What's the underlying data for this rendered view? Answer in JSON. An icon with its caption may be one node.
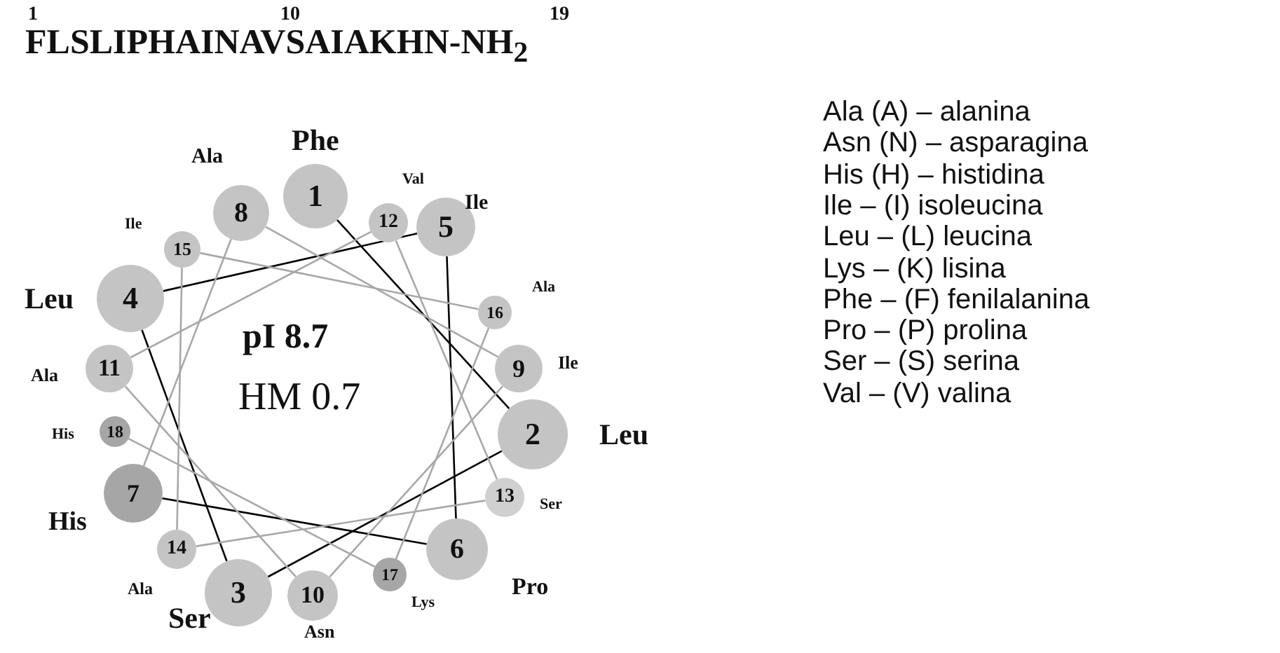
{
  "diagram": {
    "nodes": [
      {
        "text": [
          "1"
        ],
        "beside": [
          "Phe"
        ]
      },
      {
        "text": [
          "2"
        ],
        "beside": [
          "Leu"
        ]
      },
      {
        "text": [
          "3"
        ],
        "beside": [
          "Ser"
        ]
      },
      {
        "text": [
          "4"
        ],
        "beside": [
          "Leu"
        ]
      },
      {
        "text": [
          "5"
        ],
        "beside": [
          "Ile"
        ]
      },
      {
        "text": [
          "6"
        ],
        "beside": [
          "Pro"
        ]
      },
      {
        "text": [
          "7"
        ],
        "beside": [
          "His"
        ]
      },
      {
        "text": [
          "8"
        ],
        "beside": [
          "Ala"
        ]
      },
      {
        "text": [
          "9"
        ],
        "beside": [
          "Ile"
        ]
      },
      {
        "text": [
          "10"
        ],
        "beside": [
          "Asn"
        ]
      },
      {
        "text": [
          "11"
        ],
        "beside": [
          "Ala"
        ]
      },
      {
        "text": [
          "12"
        ],
        "beside": [
          "Val"
        ]
      },
      {
        "text": [
          "13"
        ],
        "beside": [
          "Ser"
        ]
      },
      {
        "text": [
          "14"
        ],
        "beside": [
          "Ala"
        ]
      },
      {
        "text": [
          "15"
        ],
        "beside": [
          "Ile"
        ]
      },
      {
        "text": [
          "16"
        ],
        "beside": [
          "Ala"
        ]
      },
      {
        "text": [
          "17"
        ],
        "beside": [
          "Lys"
        ]
      },
      {
        "text": [
          "18"
        ],
        "beside": [
          "His"
        ]
      }
    ],
    "edges": [
      {
        "from": 0,
        "to": 1,
        "arrow": "none",
        "color": "#000000"
      },
      {
        "from": 1,
        "to": 2,
        "arrow": "none",
        "color": "#000000"
      },
      {
        "from": 2,
        "to": 3,
        "arrow": "none",
        "color": "#000000"
      },
      {
        "from": 3,
        "to": 4,
        "arrow": "none",
        "color": "#000000"
      },
      {
        "from": 4,
        "to": 5,
        "arrow": "none",
        "color": "#000000"
      },
      {
        "from": 5,
        "to": 6,
        "arrow": "none",
        "color": "#000000"
      },
      {
        "from": 6,
        "to": 7,
        "arrow": "none"
      },
      {
        "from": 7,
        "to": 8,
        "arrow": "none"
      },
      {
        "from": 8,
        "to": 9,
        "arrow": "none"
      },
      {
        "from": 9,
        "to": 10,
        "arrow": "none"
      },
      {
        "from": 10,
        "to": 11,
        "arrow": "none"
      },
      {
        "from": 11,
        "to": 12,
        "arrow": "none"
      },
      {
        "from": 12,
        "to": 13,
        "arrow": "none"
      },
      {
        "from": 13,
        "to": 14,
        "arrow": "none"
      },
      {
        "from": 14,
        "to": 15,
        "arrow": "none"
      },
      {
        "from": 15,
        "to": 16,
        "arrow": "none"
      },
      {
        "from": 16,
        "to": 17,
        "arrow": "none"
      }
    ],
    "labels": [
      "1",
      "10",
      "19",
      "FLSLIPHAINAVSAIAKHN-NH$_{2}$",
      "pI 8.7",
      "HM 0.7",
      "Ala (A) – alanina",
      "Asn (N) – asparagina",
      "His (H) – histidina",
      "Ile – (I) isoleucina",
      "Leu – (L) leucina",
      "Lys – (K) lisina",
      "Phe – (F) fenilalanina",
      "Pro – (P) prolina",
      "Ser – (S) serina",
      "Val – (V) valina"
    ]
  }
}
